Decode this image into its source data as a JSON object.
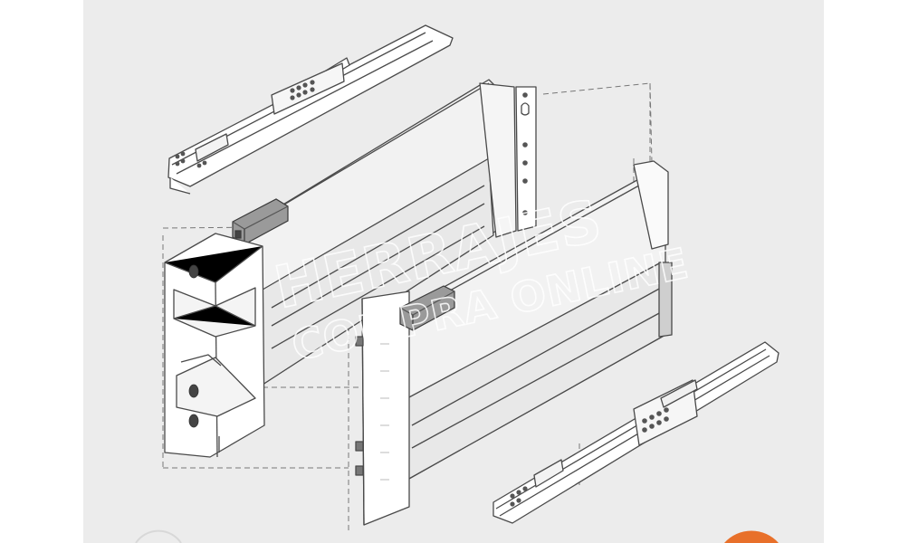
{
  "watermark": {
    "line1": "HERRAJES",
    "line2": "COMPRA ONLINE"
  },
  "colors": {
    "page": "#ffffff",
    "panel": "#ececec",
    "line": "#4a4a4a",
    "dashed": "#777777",
    "grey_part": "#9a9a9a",
    "orange_accent": "#e8702a"
  },
  "parts": [
    "drawer-runner-left",
    "drawer-runner-right",
    "front-fixing-bracket",
    "rear-fixing-bracket",
    "side-wall-upper",
    "side-wall-lower",
    "front-panel",
    "connector-blocks"
  ]
}
